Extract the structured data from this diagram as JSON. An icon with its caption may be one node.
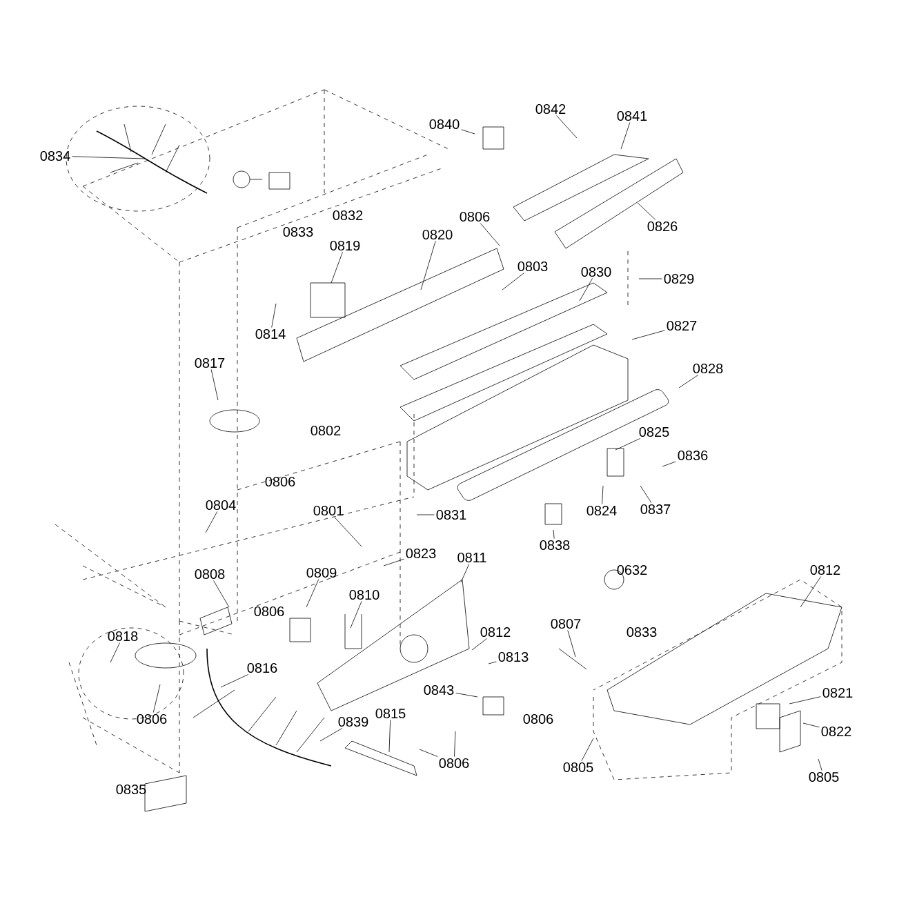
{
  "diagram": {
    "nodes": [
      {
        "text": [
          "0834"
        ]
      },
      {
        "text": [
          "0840"
        ]
      },
      {
        "text": [
          "0842"
        ]
      },
      {
        "text": [
          "0841"
        ]
      },
      {
        "text": [
          "0826"
        ]
      },
      {
        "text": [
          "0806"
        ]
      },
      {
        "text": [
          "0803"
        ]
      },
      {
        "text": [
          "0830"
        ]
      },
      {
        "text": [
          "0829"
        ]
      },
      {
        "text": [
          "0820"
        ]
      },
      {
        "text": [
          "0819"
        ]
      },
      {
        "text": [
          "0814"
        ]
      },
      {
        "text": [
          "0817"
        ]
      },
      {
        "text": [
          "0827"
        ]
      },
      {
        "text": [
          "0828"
        ]
      },
      {
        "text": [
          "0825"
        ]
      },
      {
        "text": [
          "0836"
        ]
      },
      {
        "text": [
          "0837"
        ]
      },
      {
        "text": [
          "0824"
        ]
      },
      {
        "text": [
          "0831"
        ]
      },
      {
        "text": [
          "0838"
        ]
      },
      {
        "text": [
          "0804"
        ]
      },
      {
        "text": [
          "0801"
        ]
      },
      {
        "text": [
          "0823"
        ]
      },
      {
        "text": [
          "0811"
        ]
      },
      {
        "text": [
          "0808"
        ]
      },
      {
        "text": [
          "0809"
        ]
      },
      {
        "text": [
          "0810"
        ]
      },
      {
        "text": [
          "0818"
        ]
      },
      {
        "text": [
          "0806"
        ]
      },
      {
        "text": [
          "0816"
        ]
      },
      {
        "text": [
          "0839"
        ]
      },
      {
        "text": [
          "0815"
        ]
      },
      {
        "text": [
          "0806"
        ]
      },
      {
        "text": [
          "0812"
        ]
      },
      {
        "text": [
          "0813"
        ]
      },
      {
        "text": [
          "0843"
        ]
      },
      {
        "text": [
          "0807"
        ]
      },
      {
        "text": [
          "0812"
        ]
      },
      {
        "text": [
          "0821"
        ]
      },
      {
        "text": [
          "0822"
        ]
      },
      {
        "text": [
          "0805"
        ]
      },
      {
        "text": [
          "0805"
        ]
      }
    ],
    "edges": [
      {
        "from": 0,
        "to": null,
        "arrow": "none"
      },
      {
        "from": 1,
        "to": null,
        "arrow": "none"
      },
      {
        "from": 2,
        "to": null,
        "arrow": "none"
      },
      {
        "from": 3,
        "to": null,
        "arrow": "none"
      },
      {
        "from": 4,
        "to": null,
        "arrow": "none"
      },
      {
        "from": 5,
        "to": null,
        "arrow": "none"
      },
      {
        "from": 6,
        "to": null,
        "arrow": "none"
      },
      {
        "from": 7,
        "to": null,
        "arrow": "none"
      },
      {
        "from": 8,
        "to": null,
        "arrow": "none"
      },
      {
        "from": 9,
        "to": null,
        "arrow": "none"
      },
      {
        "from": 10,
        "to": null,
        "arrow": "none"
      },
      {
        "from": 11,
        "to": null,
        "arrow": "none"
      },
      {
        "from": 12,
        "to": null,
        "arrow": "none"
      },
      {
        "from": 13,
        "to": null,
        "arrow": "none"
      },
      {
        "from": 14,
        "to": null,
        "arrow": "none"
      },
      {
        "from": 15,
        "to": null,
        "arrow": "none"
      },
      {
        "from": 16,
        "to": null,
        "arrow": "none"
      },
      {
        "from": 17,
        "to": null,
        "arrow": "none"
      },
      {
        "from": 18,
        "to": null,
        "arrow": "none"
      },
      {
        "from": 19,
        "to": null,
        "arrow": "none"
      },
      {
        "from": 20,
        "to": null,
        "arrow": "none"
      },
      {
        "from": 21,
        "to": null,
        "arrow": "none"
      },
      {
        "from": 22,
        "to": null,
        "arrow": "none"
      },
      {
        "from": 23,
        "to": null,
        "arrow": "none"
      },
      {
        "from": 24,
        "to": null,
        "arrow": "none"
      },
      {
        "from": 25,
        "to": null,
        "arrow": "none"
      },
      {
        "from": 26,
        "to": null,
        "arrow": "none"
      },
      {
        "from": 27,
        "to": null,
        "arrow": "none"
      },
      {
        "from": 28,
        "to": null,
        "arrow": "none"
      },
      {
        "from": 29,
        "to": null,
        "arrow": "none"
      },
      {
        "from": 30,
        "to": null,
        "arrow": "none"
      },
      {
        "from": 31,
        "to": null,
        "arrow": "none"
      },
      {
        "from": 32,
        "to": null,
        "arrow": "none"
      },
      {
        "from": 33,
        "to": null,
        "arrow": "none"
      },
      {
        "from": 33,
        "to": null,
        "arrow": "none"
      },
      {
        "from": 34,
        "to": null,
        "arrow": "none"
      },
      {
        "from": 35,
        "to": null,
        "arrow": "none"
      },
      {
        "from": 36,
        "to": null,
        "arrow": "none"
      },
      {
        "from": 37,
        "to": null,
        "arrow": "none"
      },
      {
        "from": 38,
        "to": null,
        "arrow": "none"
      },
      {
        "from": 39,
        "to": null,
        "arrow": "none"
      },
      {
        "from": 40,
        "to": null,
        "arrow": "none"
      },
      {
        "from": 41,
        "to": null,
        "arrow": "none"
      },
      {
        "from": 42,
        "to": null,
        "arrow": "none"
      }
    ],
    "labels": [
      "0832",
      "0833",
      "0802",
      "0806",
      "0806",
      "0835",
      "0806",
      "0632",
      "0833"
    ]
  }
}
